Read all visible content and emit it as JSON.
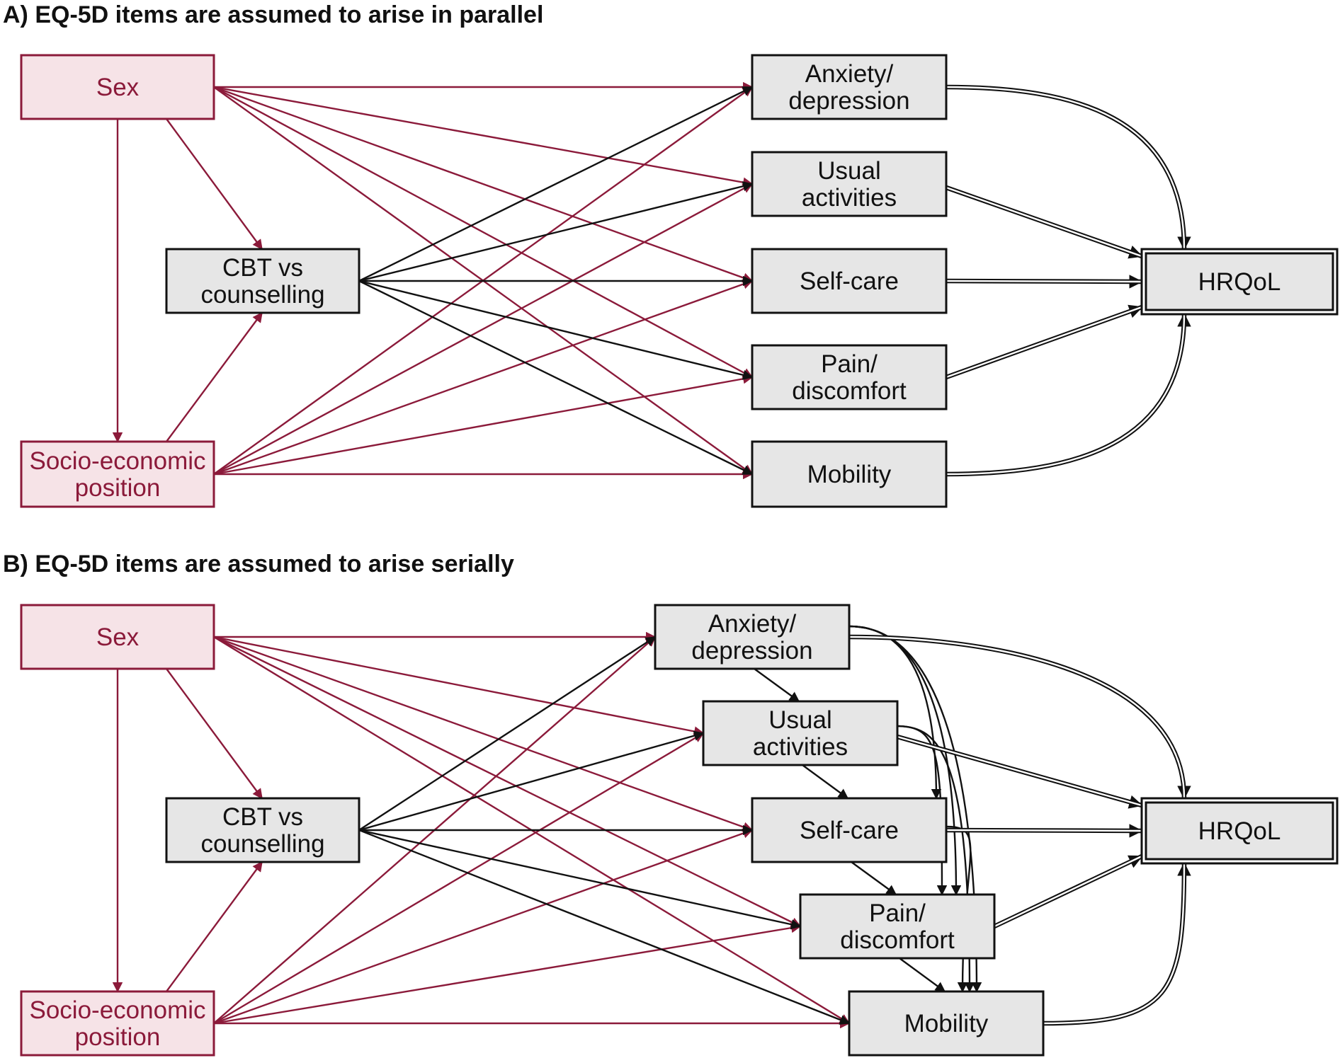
{
  "colors": {
    "exogenous": "#8b1a3a",
    "exogenous_fill": "#f6e3e7",
    "node_fill": "#e6e6e6",
    "line": "#111111"
  },
  "panels": [
    {
      "title": "A) EQ-5D items are assumed to arise in parallel",
      "nodes": [
        {
          "id": "sex",
          "kind": "ext",
          "lines": [
            "Sex"
          ]
        },
        {
          "id": "ses",
          "kind": "ext",
          "lines": [
            "Socio-economic",
            "position"
          ]
        },
        {
          "id": "cbt",
          "kind": "norm",
          "lines": [
            "CBT vs",
            "counselling"
          ]
        },
        {
          "id": "anx",
          "kind": "norm",
          "lines": [
            "Anxiety/",
            "depression"
          ]
        },
        {
          "id": "usu",
          "kind": "norm",
          "lines": [
            "Usual",
            "activities"
          ]
        },
        {
          "id": "slf",
          "kind": "norm",
          "lines": [
            "Self-care"
          ]
        },
        {
          "id": "pai",
          "kind": "norm",
          "lines": [
            "Pain/",
            "discomfort"
          ]
        },
        {
          "id": "mob",
          "kind": "norm",
          "lines": [
            "Mobility"
          ]
        },
        {
          "id": "hrq",
          "kind": "outcome",
          "lines": [
            "HRQoL"
          ]
        }
      ],
      "edges": [
        {
          "from": "sex",
          "to": "cbt",
          "kind": "red"
        },
        {
          "from": "sex",
          "to": "ses",
          "kind": "red"
        },
        {
          "from": "ses",
          "to": "cbt",
          "kind": "red"
        },
        {
          "from": "sex",
          "to": "anx",
          "kind": "red"
        },
        {
          "from": "sex",
          "to": "usu",
          "kind": "red"
        },
        {
          "from": "sex",
          "to": "slf",
          "kind": "red"
        },
        {
          "from": "sex",
          "to": "pai",
          "kind": "red"
        },
        {
          "from": "sex",
          "to": "mob",
          "kind": "red"
        },
        {
          "from": "ses",
          "to": "anx",
          "kind": "red"
        },
        {
          "from": "ses",
          "to": "usu",
          "kind": "red"
        },
        {
          "from": "ses",
          "to": "slf",
          "kind": "red"
        },
        {
          "from": "ses",
          "to": "pai",
          "kind": "red"
        },
        {
          "from": "ses",
          "to": "mob",
          "kind": "red"
        },
        {
          "from": "cbt",
          "to": "anx",
          "kind": "black"
        },
        {
          "from": "cbt",
          "to": "usu",
          "kind": "black"
        },
        {
          "from": "cbt",
          "to": "slf",
          "kind": "black"
        },
        {
          "from": "cbt",
          "to": "pai",
          "kind": "black"
        },
        {
          "from": "cbt",
          "to": "mob",
          "kind": "black"
        },
        {
          "from": "anx",
          "to": "hrq",
          "kind": "double"
        },
        {
          "from": "usu",
          "to": "hrq",
          "kind": "double"
        },
        {
          "from": "slf",
          "to": "hrq",
          "kind": "double"
        },
        {
          "from": "pai",
          "to": "hrq",
          "kind": "double"
        },
        {
          "from": "mob",
          "to": "hrq",
          "kind": "double"
        }
      ]
    },
    {
      "title": "B) EQ-5D items are assumed to arise serially",
      "nodes": [
        {
          "id": "sex",
          "kind": "ext",
          "lines": [
            "Sex"
          ]
        },
        {
          "id": "ses",
          "kind": "ext",
          "lines": [
            "Socio-economic",
            "position"
          ]
        },
        {
          "id": "cbt",
          "kind": "norm",
          "lines": [
            "CBT vs",
            "counselling"
          ]
        },
        {
          "id": "anx",
          "kind": "norm",
          "lines": [
            "Anxiety/",
            "depression"
          ]
        },
        {
          "id": "usu",
          "kind": "norm",
          "lines": [
            "Usual",
            "activities"
          ]
        },
        {
          "id": "slf",
          "kind": "norm",
          "lines": [
            "Self-care"
          ]
        },
        {
          "id": "pai",
          "kind": "norm",
          "lines": [
            "Pain/",
            "discomfort"
          ]
        },
        {
          "id": "mob",
          "kind": "norm",
          "lines": [
            "Mobility"
          ]
        },
        {
          "id": "hrq",
          "kind": "outcome",
          "lines": [
            "HRQoL"
          ]
        }
      ],
      "edges": [
        {
          "from": "sex",
          "to": "cbt",
          "kind": "red"
        },
        {
          "from": "sex",
          "to": "ses",
          "kind": "red"
        },
        {
          "from": "ses",
          "to": "cbt",
          "kind": "red"
        },
        {
          "from": "sex",
          "to": "anx",
          "kind": "red"
        },
        {
          "from": "sex",
          "to": "usu",
          "kind": "red"
        },
        {
          "from": "sex",
          "to": "slf",
          "kind": "red"
        },
        {
          "from": "sex",
          "to": "pai",
          "kind": "red"
        },
        {
          "from": "sex",
          "to": "mob",
          "kind": "red"
        },
        {
          "from": "ses",
          "to": "anx",
          "kind": "red"
        },
        {
          "from": "ses",
          "to": "usu",
          "kind": "red"
        },
        {
          "from": "ses",
          "to": "slf",
          "kind": "red"
        },
        {
          "from": "ses",
          "to": "pai",
          "kind": "red"
        },
        {
          "from": "ses",
          "to": "mob",
          "kind": "red"
        },
        {
          "from": "cbt",
          "to": "anx",
          "kind": "black"
        },
        {
          "from": "cbt",
          "to": "usu",
          "kind": "black"
        },
        {
          "from": "cbt",
          "to": "slf",
          "kind": "black"
        },
        {
          "from": "cbt",
          "to": "pai",
          "kind": "black"
        },
        {
          "from": "cbt",
          "to": "mob",
          "kind": "black"
        },
        {
          "from": "anx",
          "to": "usu",
          "kind": "black"
        },
        {
          "from": "usu",
          "to": "slf",
          "kind": "black"
        },
        {
          "from": "slf",
          "to": "pai",
          "kind": "black"
        },
        {
          "from": "pai",
          "to": "mob",
          "kind": "black"
        },
        {
          "from": "anx",
          "to": "slf",
          "kind": "black"
        },
        {
          "from": "anx",
          "to": "pai",
          "kind": "black"
        },
        {
          "from": "anx",
          "to": "mob",
          "kind": "black"
        },
        {
          "from": "usu",
          "to": "pai",
          "kind": "black"
        },
        {
          "from": "usu",
          "to": "mob",
          "kind": "black"
        },
        {
          "from": "slf",
          "to": "mob",
          "kind": "black"
        },
        {
          "from": "anx",
          "to": "hrq",
          "kind": "double"
        },
        {
          "from": "usu",
          "to": "hrq",
          "kind": "double"
        },
        {
          "from": "slf",
          "to": "hrq",
          "kind": "double"
        },
        {
          "from": "pai",
          "to": "hrq",
          "kind": "double"
        },
        {
          "from": "mob",
          "to": "hrq",
          "kind": "double"
        }
      ]
    }
  ]
}
